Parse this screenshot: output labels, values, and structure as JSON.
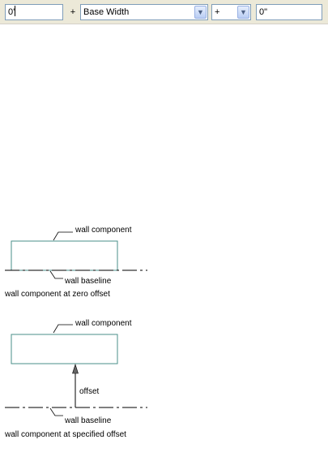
{
  "toolbar": {
    "distance_value": "0'",
    "plus_sign": "+",
    "base_option": "Base Width",
    "operator_value": "+",
    "offset_value": "0\"",
    "dropdown_arrow_icon": "chevron-down-icon"
  },
  "diagram_zero": {
    "component_label": "wall component",
    "baseline_label": "wall baseline",
    "caption": "wall component at zero offset"
  },
  "diagram_offset": {
    "component_label": "wall component",
    "offset_label": "offset",
    "baseline_label": "wall baseline",
    "caption": "wall component at specified offset"
  },
  "colors": {
    "component_stroke": "#4a8f8a",
    "toolbar_bg": "#ece9d8",
    "field_border": "#7f9db9"
  }
}
